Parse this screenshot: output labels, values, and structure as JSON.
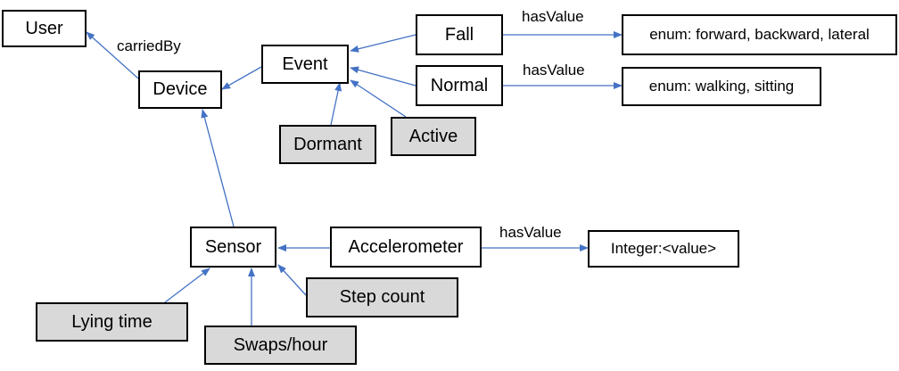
{
  "colors": {
    "arrow": "#4472c4",
    "box_border": "#000000",
    "gray_fill": "#d9d9d9",
    "white_fill": "#ffffff"
  },
  "nodes": {
    "user": "User",
    "device": "Device",
    "event": "Event",
    "fall": "Fall",
    "normal": "Normal",
    "fall_enum": "enum: forward, backward, lateral",
    "normal_enum": "enum: walking, sitting",
    "dormant": "Dormant",
    "active": "Active",
    "sensor": "Sensor",
    "accelerometer": "Accelerometer",
    "integer": "Integer:<value>",
    "lying_time": "Lying time",
    "swaps_hour": "Swaps/hour",
    "step_count": "Step count"
  },
  "labels": {
    "carried_by": "carriedBy",
    "has_value_fall": "hasValue",
    "has_value_normal": "hasValue",
    "has_value_accel": "hasValue"
  }
}
